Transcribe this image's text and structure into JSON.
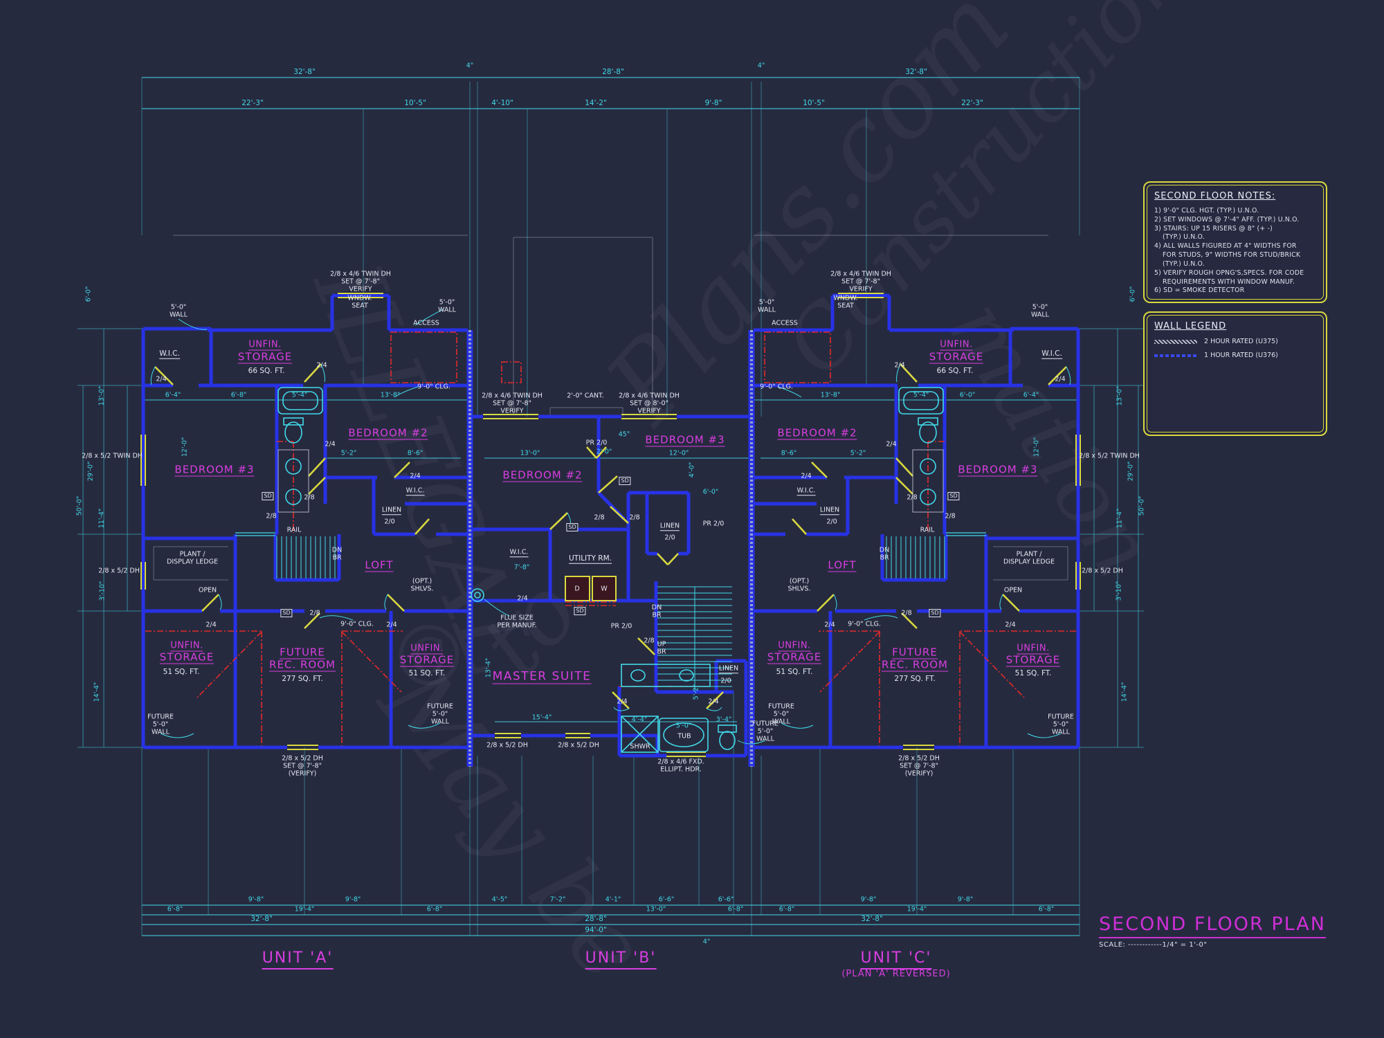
{
  "title": {
    "label": "SECOND FLOOR PLAN",
    "scale": "SCALE: ------------1/4\" = 1'-0\""
  },
  "units": {
    "a": "UNIT 'A'",
    "b": "UNIT 'B'",
    "c": "UNIT 'C'",
    "c_sub": "(PLAN 'A' REVERSED)"
  },
  "notes": {
    "title": "SECOND FLOOR NOTES:",
    "lines": [
      "1) 9'-0\"  CLG. HGT. (TYP.) U.N.O.",
      "2) SET WINDOWS @ 7'-4\" AFF. (TYP.) U.N.O.",
      "3) STAIRS: UP 15 RISERS @ 8\" (+ -)",
      "(TYP.) U.N.O.",
      "4) ALL WALLS FIGURED AT 4\" WIDTHS FOR",
      "FOR STUDS, 9\" WIDTHS FOR STUD/BRICK",
      "(TYP.) U.N.O.",
      "5) VERIFY ROUGH OPNG'S,SPECS. FOR CODE",
      "REQUIREMENTS WITH WINDOW MANUF.",
      "6) SD = SMOKE DETECTOR"
    ]
  },
  "legend": {
    "title": "WALL LEGEND",
    "items": [
      {
        "label": "2 HOUR RATED (U375)"
      },
      {
        "label": "1 HOUR RATED (U376)"
      }
    ]
  },
  "rooms": {
    "bedroom2": "BEDROOM #2",
    "bedroom3": "BEDROOM #3",
    "master": "MASTER SUITE",
    "loft": "LOFT",
    "utility": "UTILITY RM.",
    "wic": "W.I.C.",
    "linen": "LINEN",
    "unfin": "UNFIN.",
    "storage": "STORAGE",
    "sqft66": "66 SQ. FT.",
    "sqft51": "51 SQ. FT.",
    "future": "FUTURE",
    "rec": "REC. ROOM",
    "sqft277": "277 SQ. FT."
  },
  "ann": {
    "access": "ACCESS",
    "wndw": "WNDW.",
    "seat": "SEAT",
    "rail": "RAIL",
    "open": "OPEN",
    "plant1": "PLANT /",
    "plant2": "DISPLAY LEDGE",
    "opt1": "(OPT.)",
    "opt2": "SHLVS.",
    "dn": "DN",
    "up": "UP",
    "br": "BR",
    "clg": "9'-0\" CLG.",
    "w50": "5'-0\"",
    "wall": "WALL",
    "future": "FUTURE",
    "tub": "TUB",
    "shwr": "SHWR",
    "d": "D",
    "w": "W",
    "sd": "SD",
    "flue1": "FLUE SIZE",
    "flue2": "PER MANUF.",
    "cant": "2'-0\" CANT.",
    "deg45": "45°",
    "twin46": "2/8 x 4/6 TWIN DH",
    "set78": "SET @ 7'-8\"",
    "set80": "SET @ 8'-0\"",
    "verify": "VERIFY",
    "verify_p": "(VERIFY)",
    "twin52": "2/8 x 5/2 TWIN DH",
    "dh52": "2/8 x 5/2 DH",
    "fxd1": "2/8 x 4/6 FXD.",
    "fxd2": "ELLIPT. HDR."
  },
  "doors": {
    "d24": "2/4",
    "d28": "2/8",
    "d20": "2/0",
    "pr20": "PR 2/0"
  },
  "dims": {
    "top1": [
      "32'-8\"",
      "4\"",
      "28'-8\"",
      "4\"",
      "32'-8\""
    ],
    "top2": [
      "22'-3\"",
      "10'-5\"",
      "4'-10\"",
      "14'-2\"",
      "9'-8\"",
      "10'-5\"",
      "22'-3\""
    ],
    "bot1": [
      "9'-8\"",
      "9'-8\"",
      "4'-5\"",
      "7'-2\"",
      "4'-1\"",
      "6'-6\"",
      "6'-6\"",
      "9'-8\"",
      "9'-8\""
    ],
    "bot2": [
      "6'-8\"",
      "19'-4\"",
      "6'-8\"",
      "13'-0\"",
      "6'-8\"",
      "6'-8\"",
      "19'-4\"",
      "6'-8\""
    ],
    "bot3": [
      "32'-8\"",
      "28'-8\"",
      "32'-8\""
    ],
    "total": "94'-0\"",
    "in4": "4\"",
    "left": [
      "6'-0\"",
      "13'-0\"",
      "29'-0\"",
      "50'-0\"",
      "11'-4\"",
      "3'-10\"",
      "14'-4\"",
      "12'-0\""
    ],
    "a": [
      "6'-4\"",
      "6'-8\"",
      "5'-4\"",
      "13'-8\"",
      "5'-2\"",
      "8'-6\""
    ],
    "c": [
      "13'-8\"",
      "6'-0\"",
      "5'-4\"",
      "6'-4\"",
      "8'-6\"",
      "5'-2\""
    ],
    "b": [
      "13'-0\"",
      "2'-0\"",
      "12'-0\"",
      "6'-0\"",
      "7'-8\"",
      "15'-4\"",
      "4'-4\"",
      "5'-0\"",
      "3'-4\"",
      "13'-4\"",
      "5'-2\"",
      "4'-0\""
    ]
  },
  "watermark": [
    "Plans.com",
    "Construction",
    "ILLEGAL",
    "May be",
    "to",
    "mation",
    "©"
  ]
}
